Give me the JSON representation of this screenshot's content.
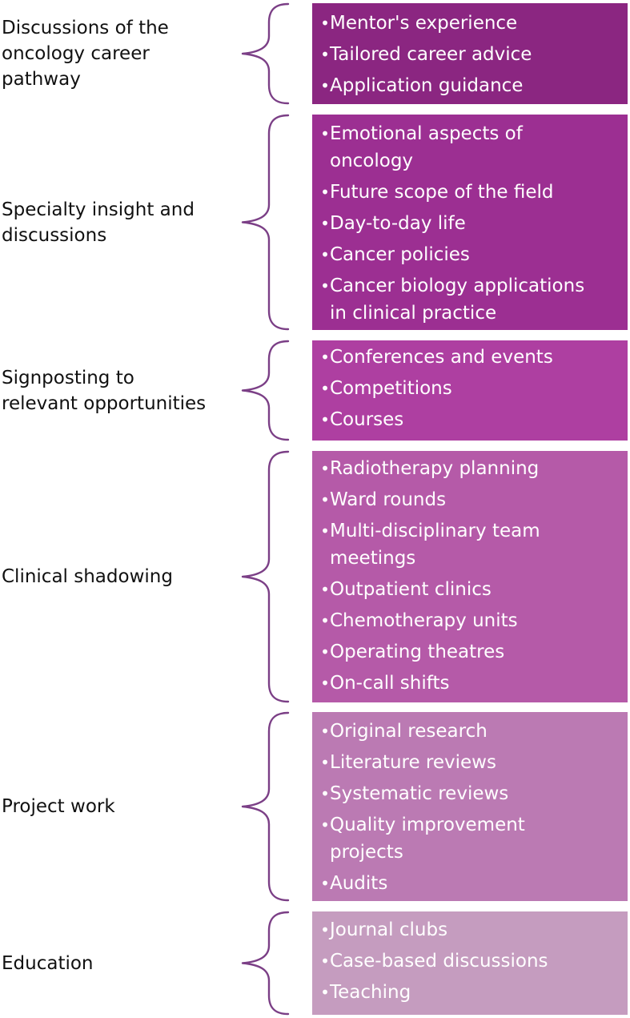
{
  "rows": [
    {
      "label_lines": [
        "Discussions of the",
        "oncology career",
        "pathway"
      ],
      "items": [
        "Mentor's experience",
        "Tailored career advice",
        "Application guidance"
      ],
      "color": "#8B2681"
    },
    {
      "label_lines": [
        "Specialty insight and",
        "discussions"
      ],
      "items": [
        "Emotional aspects of\noncology",
        "Future scope of the field",
        "Day-to-day life",
        "Cancer policies",
        "Cancer biology applications\nin clinical practice"
      ],
      "color": "#9C2F92"
    },
    {
      "label_lines": [
        "Signposting to",
        "relevant opportunities"
      ],
      "items": [
        "Conferences and events",
        "Competitions",
        "Courses"
      ],
      "color": "#AE3FA1"
    },
    {
      "label_lines": [
        "Clinical shadowing"
      ],
      "items": [
        "Radiotherapy planning",
        "Ward rounds",
        "Multi-disciplinary team\nmeetings",
        "Outpatient clinics",
        "Chemotherapy units",
        "Operating theatres",
        "On-call shifts"
      ],
      "color": "#B55AA8"
    },
    {
      "label_lines": [
        "Project work"
      ],
      "items": [
        "Original research",
        "Literature reviews",
        "Systematic reviews",
        "Quality improvement\nprojects",
        "Audits"
      ],
      "color": "#BB7AB3"
    },
    {
      "label_lines": [
        "Education"
      ],
      "items": [
        "Journal clubs",
        "Case-based discussions",
        "Teaching"
      ],
      "color": "#C59CBF"
    }
  ],
  "bullet_char": "•",
  "brace_color": "#7B3F86"
}
